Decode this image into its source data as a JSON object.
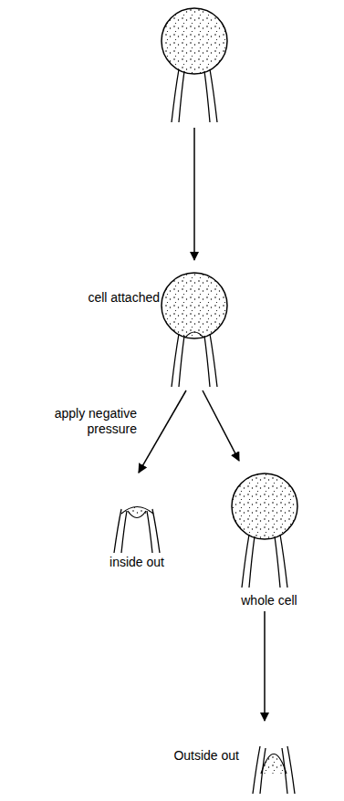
{
  "diagram": {
    "labels": [
      "cell attached",
      "apply negative pressure",
      "inside out",
      "whole cell",
      "Outside out"
    ]
  }
}
